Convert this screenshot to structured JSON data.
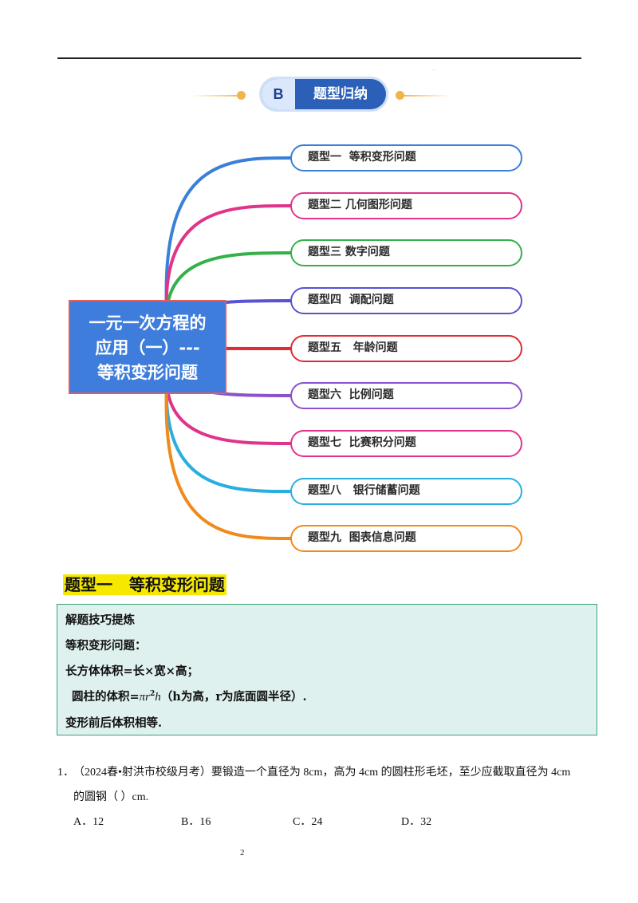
{
  "banner": {
    "letter": "B",
    "title": "题型归纳",
    "accent_color": "#2b5fb8",
    "line_color": "#f1b455"
  },
  "mindmap": {
    "center_lines": [
      "一元一次方程的",
      "应用（一）---",
      "等积变形问题"
    ],
    "center_bg": "#3f7ddc",
    "topics": [
      {
        "label": "题型一  等积变形问题",
        "color": "#3a80d8"
      },
      {
        "label": "题型二 几何图形问题",
        "color": "#e0338a"
      },
      {
        "label": "题型三 数字问题",
        "color": "#35b04a"
      },
      {
        "label": "题型四  调配问题",
        "color": "#5a52d0"
      },
      {
        "label": "题型五   年龄问题",
        "color": "#e02a34"
      },
      {
        "label": "题型六  比例问题",
        "color": "#8a52cc"
      },
      {
        "label": "题型七  比赛积分问题",
        "color": "#e0338a"
      },
      {
        "label": "题型八   银行储蓄问题",
        "color": "#2aaee0"
      },
      {
        "label": "题型九  图表信息问题",
        "color": "#f08a1a"
      }
    ]
  },
  "section": {
    "heading": "题型一   等积变形问题",
    "highlight_color": "#f6e800"
  },
  "tips": {
    "title": "解题技巧提炼",
    "line1": "等积变形问题：",
    "line2": "长方体体积=长×宽×高；",
    "line3_prefix": "圆柱的体积=",
    "line3_pi": "π",
    "line3_r": "r",
    "line3_exp": "2",
    "line3_h": "h",
    "line3_suffix": "（h为高，r为底面圆半径）.",
    "line4": "变形前后体积相等."
  },
  "question": {
    "number": "1．",
    "text_line1": "（2024春•射洪市校级月考）要锻造一个直径为 8cm，高为 4cm 的圆柱形毛坯，至少应截取直径为 4cm",
    "text_line2": "的圆钢（        ）cm.",
    "options": [
      "A．12",
      "B．16",
      "C．24",
      "D．32"
    ]
  },
  "page_number": "2"
}
